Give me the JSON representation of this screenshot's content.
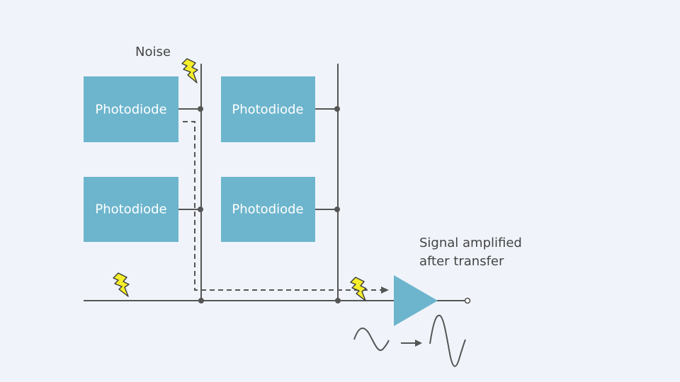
{
  "photodiodes": [
    {
      "label": "Photodiode"
    },
    {
      "label": "Photodiode"
    },
    {
      "label": "Photodiode"
    },
    {
      "label": "Photodiode"
    }
  ],
  "noise_label": "Noise",
  "amplified_caption": {
    "line1": "Signal amplified",
    "line2": "after transfer"
  },
  "icons": {
    "noise": "lightning-bolt-icon",
    "amplifier": "triangle-amplifier-icon"
  },
  "colors": {
    "photodiode_fill": "#6db5cd",
    "wire": "#555555",
    "bolt": "#f5ee2a",
    "background": "#f0f4fa"
  }
}
